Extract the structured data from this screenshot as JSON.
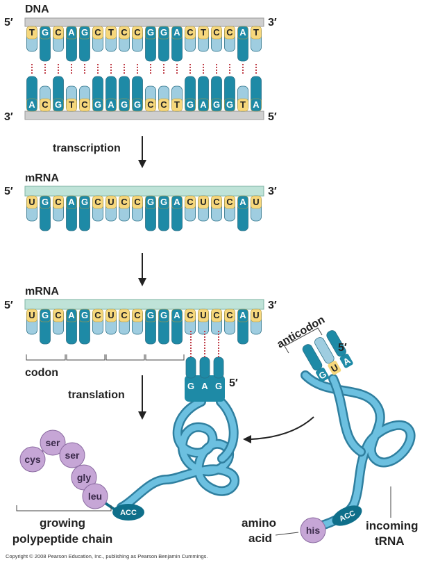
{
  "colors": {
    "purine": "#1e8aa6",
    "pyrimidine": "#9fcde0",
    "highlight": "#f6d77c",
    "mrna_backbone": "#bfe3d8",
    "dna_backbone": "#cfcfcf",
    "trna": "#4fa9cf",
    "amino": "#c6a6d6",
    "hbond": "#c0404a"
  },
  "labels": {
    "dna": "DNA",
    "five_prime": "5′",
    "three_prime": "3′",
    "transcription": "transcription",
    "mrna": "mRNA",
    "translation": "translation",
    "codon": "codon",
    "anticodon": "anticodon",
    "growing_line1": "growing",
    "growing_line2": "polypeptide chain",
    "amino_line1": "amino",
    "amino_line2": "acid",
    "incoming_line1": "incoming",
    "incoming_line2": "tRNA",
    "acc": "ACC"
  },
  "dna": {
    "top_strand": [
      "T",
      "G",
      "C",
      "A",
      "G",
      "C",
      "T",
      "C",
      "C",
      "G",
      "G",
      "A",
      "C",
      "T",
      "C",
      "C",
      "A",
      "T"
    ],
    "bottom_strand": [
      "A",
      "C",
      "G",
      "T",
      "C",
      "G",
      "A",
      "G",
      "G",
      "C",
      "C",
      "T",
      "G",
      "A",
      "G",
      "G",
      "T",
      "A"
    ]
  },
  "mrna": {
    "sequence": [
      "U",
      "G",
      "C",
      "A",
      "G",
      "C",
      "U",
      "C",
      "C",
      "G",
      "G",
      "A",
      "C",
      "U",
      "C",
      "C",
      "A",
      "U"
    ]
  },
  "anticodon_attached": [
    "G",
    "A",
    "G"
  ],
  "anticodon_incoming": [
    "G",
    "U",
    "A"
  ],
  "polypeptide": [
    "cys",
    "ser",
    "ser",
    "gly",
    "leu"
  ],
  "incoming_amino": "his",
  "copyright": "Copyright © 2008 Pearson Education, Inc., publishing as Pearson Benjamin Cummings."
}
